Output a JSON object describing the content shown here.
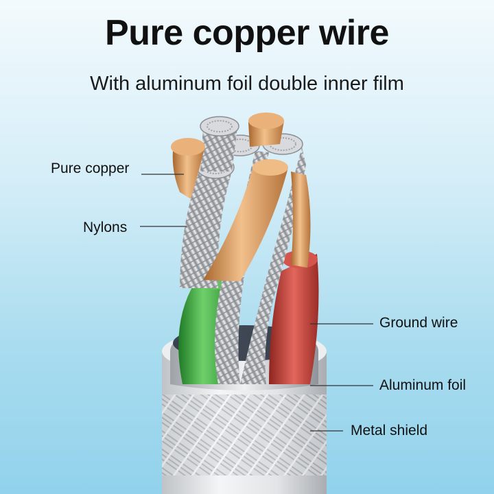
{
  "header": {
    "title": "Pure copper wire",
    "subtitle": "With aluminum foil double inner film"
  },
  "callouts": {
    "pure_copper": "Pure copper",
    "nylons": "Nylons",
    "ground_wire": "Ground wire",
    "aluminum_foil": "Aluminum foil",
    "metal_shield": "Metal shield"
  },
  "colors": {
    "copper": "#e0a068",
    "silver": "#c9ccd0",
    "green_insulation": "#3fae3f",
    "red_insulation": "#c8453f",
    "jacket": "#e6e8ea",
    "text": "#111111"
  }
}
